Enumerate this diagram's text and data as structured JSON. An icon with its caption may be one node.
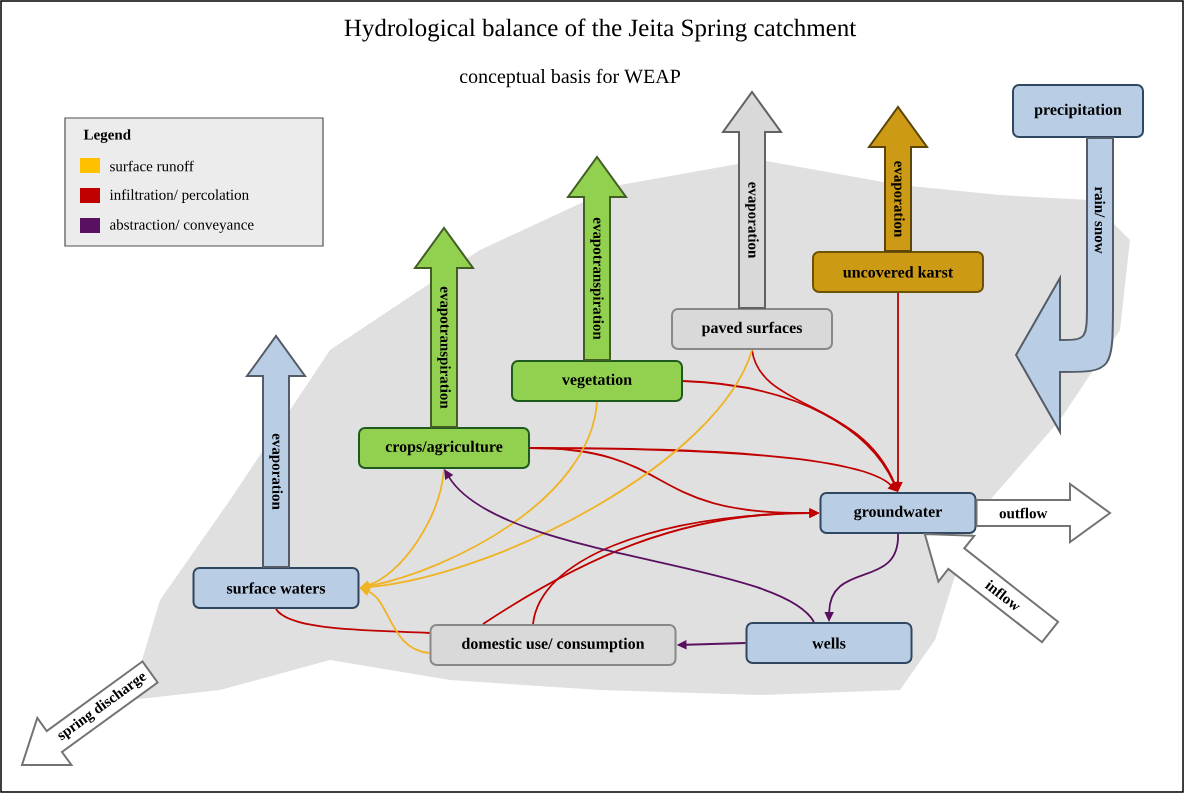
{
  "diagram": {
    "title": "Hydrological balance of the Jeita Spring catchment",
    "nodes": [
      {
        "text": [],
        "shape": "cloud"
      },
      {
        "text": [
          "precipitation"
        ]
      },
      {
        "text": [
          "uncovered karst"
        ],
        "in": 0
      },
      {
        "text": [
          "paved surfaces"
        ],
        "in": 0
      },
      {
        "text": [
          "vegetation"
        ],
        "in": 0
      },
      {
        "text": [
          "crops/agriculture"
        ],
        "in": 0
      },
      {
        "text": [
          "groundwater"
        ],
        "in": 0
      },
      {
        "text": [
          "surface waters"
        ],
        "in": 0
      },
      {
        "text": [
          "domestic use/ consumption"
        ],
        "in": 0
      },
      {
        "text": [
          "wells"
        ],
        "in": 0
      }
    ],
    "edges": [
      {
        "from": 1,
        "to": 0,
        "arrow": "to",
        "label": "rain/ snow",
        "style": "thick",
        "color": "#b9cde5"
      },
      {
        "from": 2,
        "to": null,
        "arrow": "to",
        "label": "evaporation",
        "style": "thick",
        "color": "#cc9a14"
      },
      {
        "from": 3,
        "to": null,
        "arrow": "to",
        "label": "evaporation",
        "style": "thick",
        "color": "#d9d9d9"
      },
      {
        "from": 4,
        "to": null,
        "arrow": "to",
        "label": "evapotranspiration",
        "style": "thick",
        "color": "#92d050"
      },
      {
        "from": 5,
        "to": null,
        "arrow": "to",
        "label": "evapotranspiration",
        "style": "thick",
        "color": "#92d050"
      },
      {
        "from": 7,
        "to": null,
        "arrow": "to",
        "label": "evaporation",
        "style": "thick",
        "color": "#b9cde5"
      },
      {
        "from": 6,
        "to": null,
        "arrow": "to",
        "label": "outflow",
        "style": "thick",
        "color": "#ffffff"
      },
      {
        "from": null,
        "to": 6,
        "arrow": "to",
        "label": "inflow",
        "style": "thick",
        "color": "#ffffff"
      },
      {
        "from": 0,
        "to": null,
        "arrow": "to",
        "label": "spring discharge",
        "style": "thick",
        "color": "#ffffff"
      },
      {
        "from": 4,
        "to": 6,
        "arrow": "to"
      },
      {
        "from": 3,
        "to": 6,
        "arrow": "to"
      },
      {
        "from": 2,
        "to": 6,
        "arrow": "to"
      },
      {
        "from": 5,
        "to": 6,
        "arrow": "to"
      },
      {
        "from": 5,
        "to": 6,
        "arrow": "to"
      },
      {
        "from": 8,
        "to": 6,
        "arrow": "to"
      },
      {
        "from": 8,
        "to": 6,
        "arrow": "to"
      },
      {
        "from": 7,
        "to": 8,
        "arrow": "none"
      },
      {
        "from": 5,
        "to": 7,
        "arrow": "to",
        "color": "#f0b323"
      },
      {
        "from": 4,
        "to": 7,
        "arrow": "to",
        "color": "#f0b323"
      },
      {
        "from": 3,
        "to": 7,
        "arrow": "to",
        "color": "#f0b323"
      },
      {
        "from": 8,
        "to": 7,
        "arrow": "to",
        "color": "#f0b323"
      },
      {
        "from": 6,
        "to": 9,
        "arrow": "to",
        "color": "#5a1060"
      },
      {
        "from": 9,
        "to": 8,
        "arrow": "to",
        "color": "#5a1060"
      },
      {
        "from": 9,
        "to": 5,
        "arrow": "to",
        "color": "#5a1060"
      }
    ],
    "labels": [
      "conceptual basis for WEAP",
      "Legend"
    ],
    "legend": [
      {
        "text": "surface runoff",
        "color": "#ffc000"
      },
      {
        "text": "infiltration/ percolation",
        "color": "#c00000"
      },
      {
        "text": "abstraction/ conveyance",
        "color": "#5a1060"
      }
    ]
  }
}
